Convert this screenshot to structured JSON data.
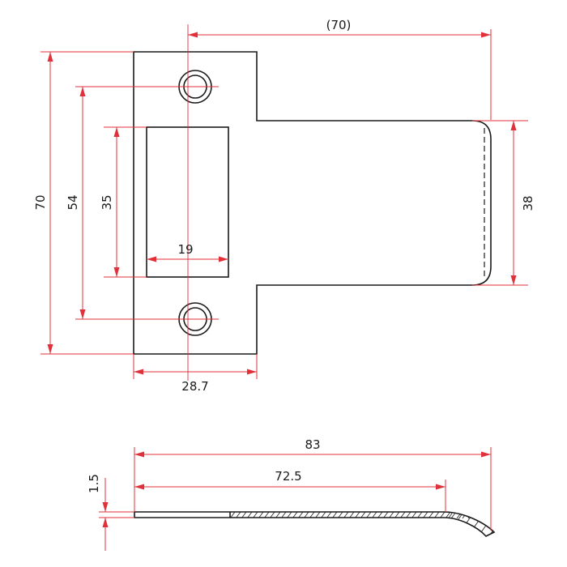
{
  "dimensions": {
    "overall_length_top": "(70)",
    "plate_height": "70",
    "hole_spacing": "54",
    "slot_height": "35",
    "slot_width": "19",
    "plate_width": "28.7",
    "lip_height": "38",
    "side_overall_length": "83",
    "side_flat_length": "72.5",
    "thickness": "1.5"
  }
}
